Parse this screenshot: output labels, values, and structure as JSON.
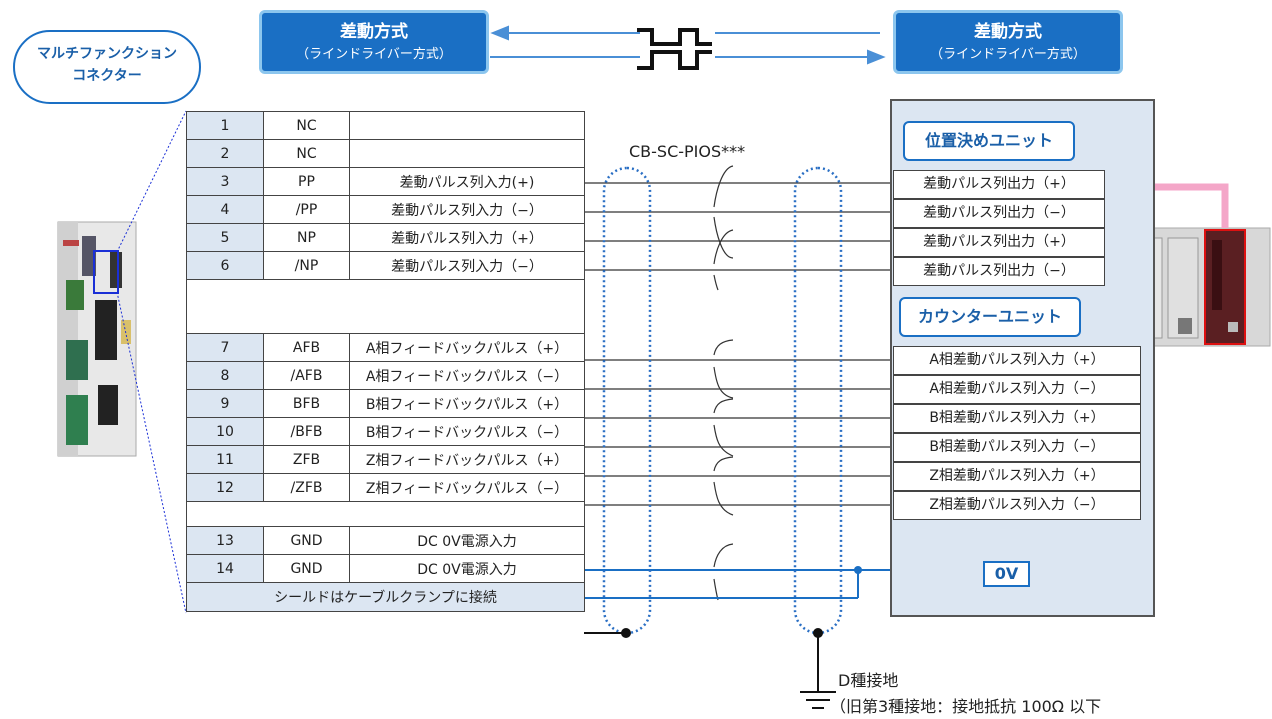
{
  "header": {
    "left_title": "差動方式",
    "left_sub": "（ラインドライバー方式）",
    "right_title": "差動方式",
    "right_sub": "（ラインドライバー方式）"
  },
  "connector_label_1": "マルチファンクション",
  "connector_label_2": "コネクター",
  "cable_name": "CB-SC-PIOS***",
  "pins": [
    {
      "no": "1",
      "signal": "NC",
      "function": ""
    },
    {
      "no": "2",
      "signal": "NC",
      "function": ""
    },
    {
      "no": "3",
      "signal": "PP",
      "function": "差動パルス列入力(+)"
    },
    {
      "no": "4",
      "signal": "/PP",
      "function": "差動パルス列入力（−）"
    },
    {
      "no": "5",
      "signal": "NP",
      "function": "差動パルス列入力（+）"
    },
    {
      "no": "6",
      "signal": "/NP",
      "function": "差動パルス列入力（−）"
    },
    {
      "no": "7",
      "signal": "AFB",
      "function": "A相フィードバックパルス（+）"
    },
    {
      "no": "8",
      "signal": "/AFB",
      "function": "A相フィードバックパルス（−）"
    },
    {
      "no": "9",
      "signal": "BFB",
      "function": "B相フィードバックパルス（+）"
    },
    {
      "no": "10",
      "signal": "/BFB",
      "function": "B相フィードバックパルス（−）"
    },
    {
      "no": "11",
      "signal": "ZFB",
      "function": "Z相フィードバックパルス（+）"
    },
    {
      "no": "12",
      "signal": "/ZFB",
      "function": "Z相フィードバックパルス（−）"
    },
    {
      "no": "13",
      "signal": "GND",
      "function": "DC 0V電源入力"
    },
    {
      "no": "14",
      "signal": "GND",
      "function": "DC 0V電源入力"
    }
  ],
  "shield_note": "シールドはケーブルクランプに接続",
  "positioning_unit": {
    "label": "位置決めユニット",
    "outputs": [
      "差動パルス列出力（+）",
      "差動パルス列出力（−）",
      "差動パルス列出力（+）",
      "差動パルス列出力（−）"
    ]
  },
  "counter_unit": {
    "label": "カウンターユニット",
    "inputs": [
      "A相差動パルス列入力（+）",
      "A相差動パルス列入力（−）",
      "B相差動パルス列入力（+）",
      "B相差動パルス列入力（−）",
      "Z相差動パルス列入力（+）",
      "Z相差動パルス列入力（−）"
    ]
  },
  "zero_v": "0V",
  "ground_1": "D種接地",
  "ground_2": "（旧第3種接地：接地抵抗 100Ω 以下",
  "colors": {
    "accent": "#1a6fc4",
    "unit_bg": "#dce6f2",
    "pink_arrow": "#f4a6c8"
  }
}
